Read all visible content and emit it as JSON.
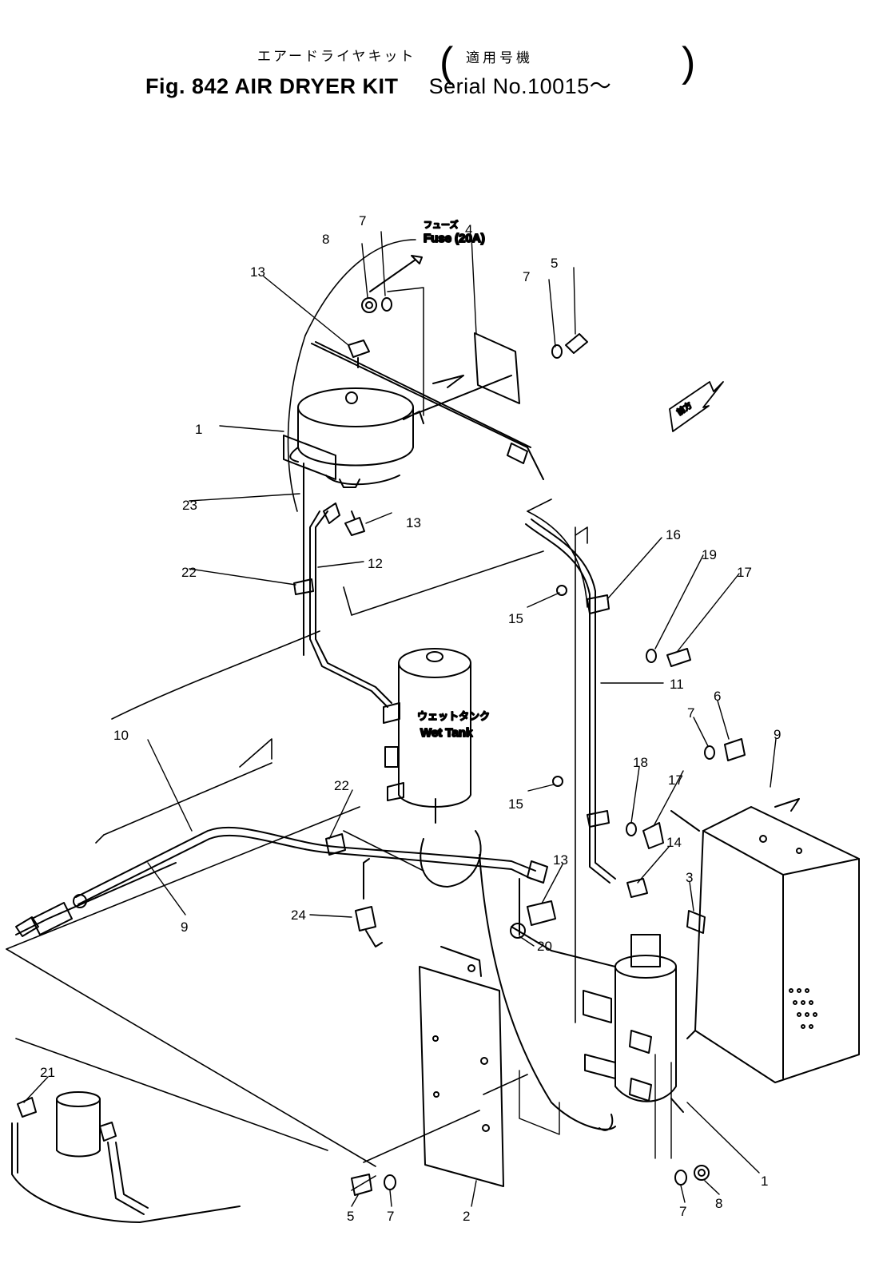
{
  "title": {
    "jp_main": "エアードライヤキット",
    "jp_serial": "適用号機",
    "en_main": "Fig. 842  AIR DRYER KIT",
    "en_serial": "Serial No.10015～"
  },
  "notes": {
    "fuse_jp": "フューズ",
    "fuse_en": "Fuse (20A)",
    "wet_tank_jp": "ウェットタンク",
    "wet_tank_en": "Wet Tank",
    "front_arrow": "前方"
  },
  "callouts": [
    {
      "id": "c-7a",
      "text": "7"
    },
    {
      "id": "c-8a",
      "text": "8"
    },
    {
      "id": "c-13a",
      "text": "13"
    },
    {
      "id": "c-7b",
      "text": "7"
    },
    {
      "id": "c-5a",
      "text": "5"
    },
    {
      "id": "c-4",
      "text": "4"
    },
    {
      "id": "c-1a",
      "text": "1"
    },
    {
      "id": "c-23",
      "text": "23"
    },
    {
      "id": "c-13b",
      "text": "13"
    },
    {
      "id": "c-12",
      "text": "12"
    },
    {
      "id": "c-22a",
      "text": "22"
    },
    {
      "id": "c-16",
      "text": "16"
    },
    {
      "id": "c-19",
      "text": "19"
    },
    {
      "id": "c-17a",
      "text": "17"
    },
    {
      "id": "c-15a",
      "text": "15"
    },
    {
      "id": "c-11",
      "text": "11"
    },
    {
      "id": "c-10",
      "text": "10"
    },
    {
      "id": "c-7c",
      "text": "7"
    },
    {
      "id": "c-6",
      "text": "6"
    },
    {
      "id": "c-9b",
      "text": "9"
    },
    {
      "id": "c-15b",
      "text": "15"
    },
    {
      "id": "c-18",
      "text": "18"
    },
    {
      "id": "c-17b",
      "text": "17"
    },
    {
      "id": "c-22b",
      "text": "22"
    },
    {
      "id": "c-14",
      "text": "14"
    },
    {
      "id": "c-3",
      "text": "3"
    },
    {
      "id": "c-13c",
      "text": "13"
    },
    {
      "id": "c-24",
      "text": "24"
    },
    {
      "id": "c-9a",
      "text": "9"
    },
    {
      "id": "c-20",
      "text": "20"
    },
    {
      "id": "c-21",
      "text": "21"
    },
    {
      "id": "c-5b",
      "text": "5"
    },
    {
      "id": "c-7d",
      "text": "7"
    },
    {
      "id": "c-2",
      "text": "2"
    },
    {
      "id": "c-7e",
      "text": "7"
    },
    {
      "id": "c-8b",
      "text": "8"
    },
    {
      "id": "c-1b",
      "text": "1"
    }
  ]
}
